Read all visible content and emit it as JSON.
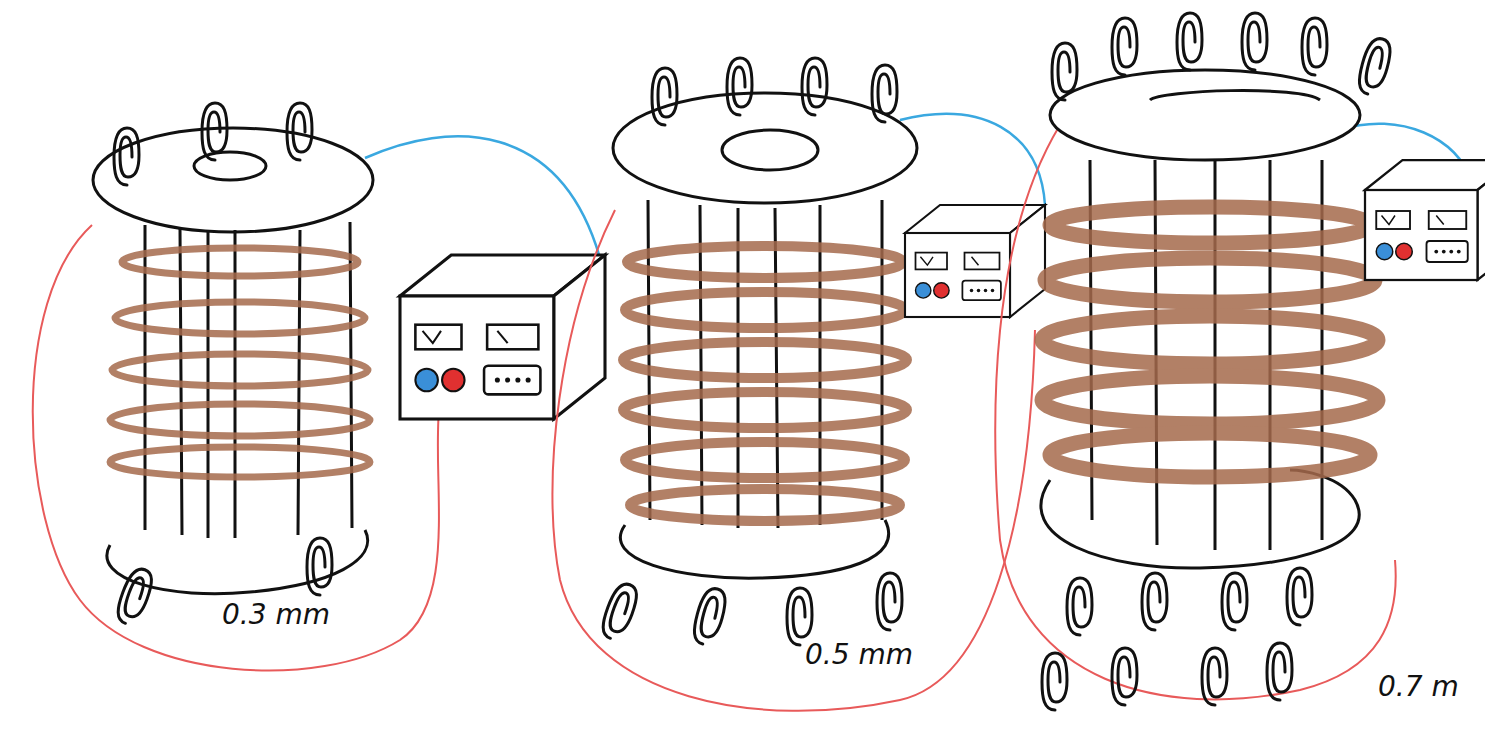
{
  "diagram": {
    "labels": [
      "0.3 mm",
      "0.5 mm",
      "0.7 m"
    ]
  }
}
